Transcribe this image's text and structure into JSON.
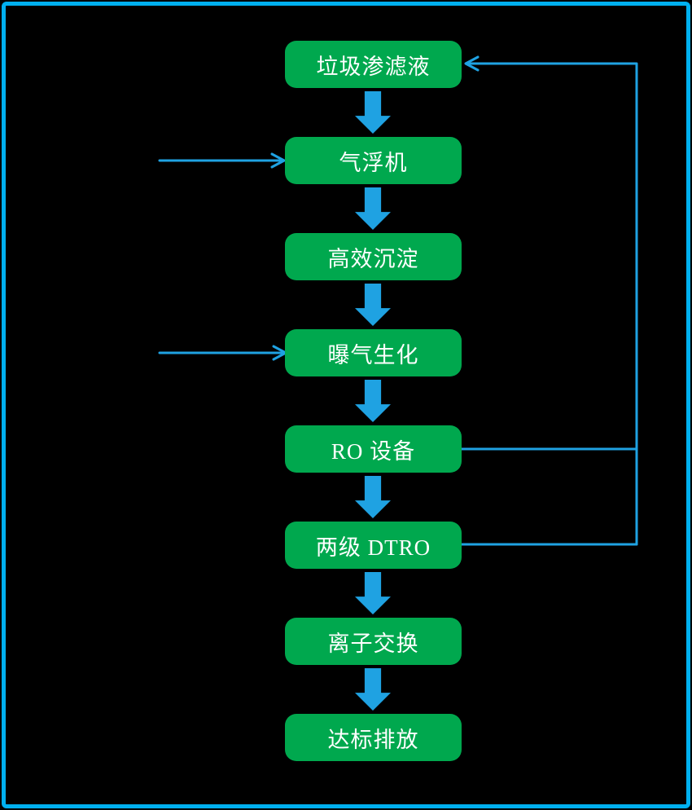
{
  "colors": {
    "background": "#000000",
    "frame_border": "#00b0f0",
    "node_fill": "#00a84e",
    "node_text": "#ffffff",
    "arrow": "#1fa2e2"
  },
  "flowchart": {
    "title": "",
    "nodes": [
      {
        "id": "leachate",
        "label": "垃圾渗滤液"
      },
      {
        "id": "air-flotation",
        "label": "气浮机"
      },
      {
        "id": "high-efficiency-sedimentation",
        "label": "高效沉淀"
      },
      {
        "id": "aeration-biochemical",
        "label": "曝气生化"
      },
      {
        "id": "ro-equipment",
        "label": "RO 设备"
      },
      {
        "id": "two-stage-dtro",
        "label": "两级 DTRO"
      },
      {
        "id": "ion-exchange",
        "label": "离子交换"
      },
      {
        "id": "standard-discharge",
        "label": "达标排放"
      }
    ],
    "edges": [
      {
        "from": "leachate",
        "to": "air-flotation",
        "style": "block-down-arrow"
      },
      {
        "from": "air-flotation",
        "to": "high-efficiency-sedimentation",
        "style": "block-down-arrow"
      },
      {
        "from": "high-efficiency-sedimentation",
        "to": "aeration-biochemical",
        "style": "block-down-arrow"
      },
      {
        "from": "aeration-biochemical",
        "to": "ro-equipment",
        "style": "block-down-arrow"
      },
      {
        "from": "ro-equipment",
        "to": "two-stage-dtro",
        "style": "block-down-arrow"
      },
      {
        "from": "two-stage-dtro",
        "to": "ion-exchange",
        "style": "block-down-arrow"
      },
      {
        "from": "ion-exchange",
        "to": "standard-discharge",
        "style": "block-down-arrow"
      },
      {
        "from": "external-left",
        "to": "air-flotation",
        "style": "thin-arrow"
      },
      {
        "from": "external-left",
        "to": "aeration-biochemical",
        "style": "thin-arrow"
      },
      {
        "from": "ro-equipment",
        "to": "leachate",
        "style": "thin-feedback-line"
      },
      {
        "from": "two-stage-dtro",
        "to": "leachate",
        "style": "thin-feedback-line"
      }
    ]
  }
}
